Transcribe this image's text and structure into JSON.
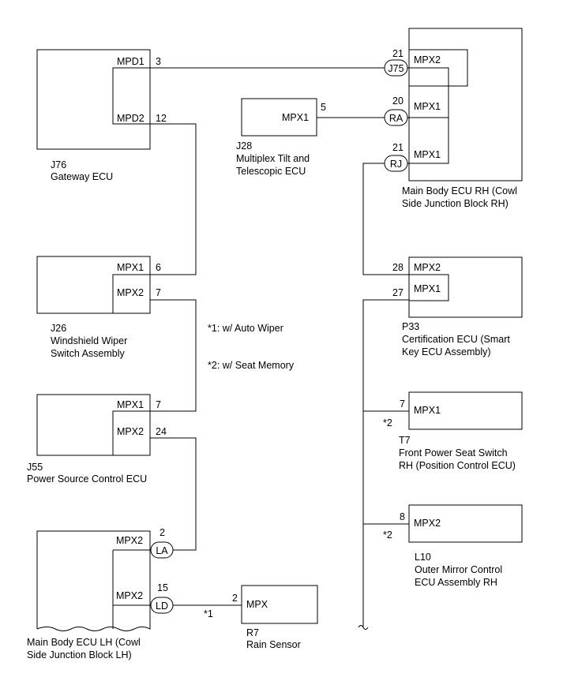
{
  "components": {
    "j76": {
      "code": "J76",
      "name": "Gateway ECU",
      "terminals": {
        "a": {
          "label": "MPD1",
          "pin": "3"
        },
        "b": {
          "label": "MPD2",
          "pin": "12"
        }
      }
    },
    "j26": {
      "code": "J26",
      "name_lines": [
        "Windshield Wiper",
        "Switch Assembly"
      ],
      "terminals": {
        "a": {
          "label": "MPX1",
          "pin": "6"
        },
        "b": {
          "label": "MPX2",
          "pin": "7"
        }
      }
    },
    "j55": {
      "code": "J55",
      "name": "Power Source Control ECU",
      "terminals": {
        "a": {
          "label": "MPX1",
          "pin": "7"
        },
        "b": {
          "label": "MPX2",
          "pin": "24"
        }
      }
    },
    "main_lh": {
      "name_lines": [
        "Main Body ECU LH (Cowl",
        "Side Junction Block LH)"
      ],
      "terminals": {
        "a": {
          "label": "MPX2",
          "pin": "2",
          "connector": "LA"
        },
        "b": {
          "label": "MPX2",
          "pin": "15",
          "connector": "LD"
        }
      }
    },
    "r7": {
      "code": "R7",
      "name": "Rain Sensor",
      "terminals": {
        "a": {
          "label": "MPX",
          "pin": "2"
        }
      }
    },
    "j28": {
      "code": "J28",
      "name_lines": [
        "Multiplex Tilt and",
        "Telescopic ECU"
      ],
      "terminals": {
        "a": {
          "label": "MPX1",
          "pin": "5"
        }
      }
    },
    "main_rh": {
      "name_lines": [
        "Main Body ECU RH (Cowl",
        "Side Junction Block RH)"
      ],
      "terminals": {
        "a": {
          "label": "MPX2",
          "pin": "21",
          "connector": "J75"
        },
        "b": {
          "label": "MPX1",
          "pin": "20",
          "connector": "RA"
        },
        "c": {
          "label": "MPX1",
          "pin": "21",
          "connector": "RJ"
        }
      }
    },
    "p33": {
      "code": "P33",
      "name_lines": [
        "Certification ECU (Smart",
        "Key ECU Assembly)"
      ],
      "terminals": {
        "a": {
          "label": "MPX2",
          "pin": "28"
        },
        "b": {
          "label": "MPX1",
          "pin": "27"
        }
      }
    },
    "t7": {
      "code": "T7",
      "name_lines": [
        "Front Power Seat Switch",
        "RH (Position Control ECU)"
      ],
      "terminals": {
        "a": {
          "label": "MPX1",
          "pin": "7"
        }
      }
    },
    "l10": {
      "code": "L10",
      "name_lines": [
        "Outer Mirror Control",
        "ECU Assembly RH"
      ],
      "terminals": {
        "a": {
          "label": "MPX2",
          "pin": "8"
        }
      }
    }
  },
  "notes": {
    "n1": "*1: w/ Auto Wiper",
    "n2": "*2: w/ Seat Memory"
  },
  "wire_marks": {
    "rain": "*1",
    "t7": "*2",
    "l10": "*2"
  }
}
